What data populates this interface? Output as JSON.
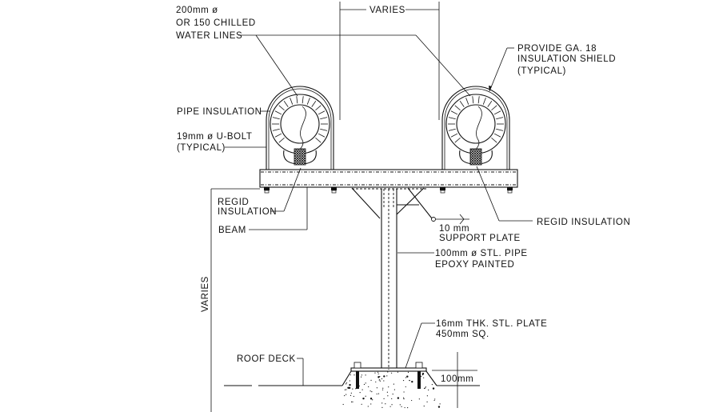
{
  "drawing": {
    "title": "Chilled water pipe support detail on roof",
    "labels": {
      "pipe_size_line1": "200mm ø",
      "pipe_size_line2": "OR 150 CHILLED",
      "pipe_size_line3": "WATER LINES",
      "spacing_dim": "VARIES",
      "shield_line1": "PROVIDE GA. 18",
      "shield_line2": "INSULATION SHIELD",
      "shield_line3": "(TYPICAL)",
      "pipe_insulation": "PIPE INSULATION",
      "ubolt_line1": "19mm ø U-BOLT",
      "ubolt_line2": "(TYPICAL)",
      "regid_left_line1": "REGID",
      "regid_left_line2": "INSULATION",
      "beam": "BEAM",
      "regid_right": "REGID INSULATION",
      "weld_line1": "10 mm",
      "weld_line2": "SUPPORT PLATE",
      "post_line1": "100mm ø STL. PIPE",
      "post_line2": "EPOXY PAINTED",
      "height_dim": "VARIES",
      "base_plate_line1": "16mm THK. STL. PLATE",
      "base_plate_line2": "450mm SQ.",
      "roof_deck": "ROOF DECK",
      "pad_height": "100mm"
    }
  }
}
